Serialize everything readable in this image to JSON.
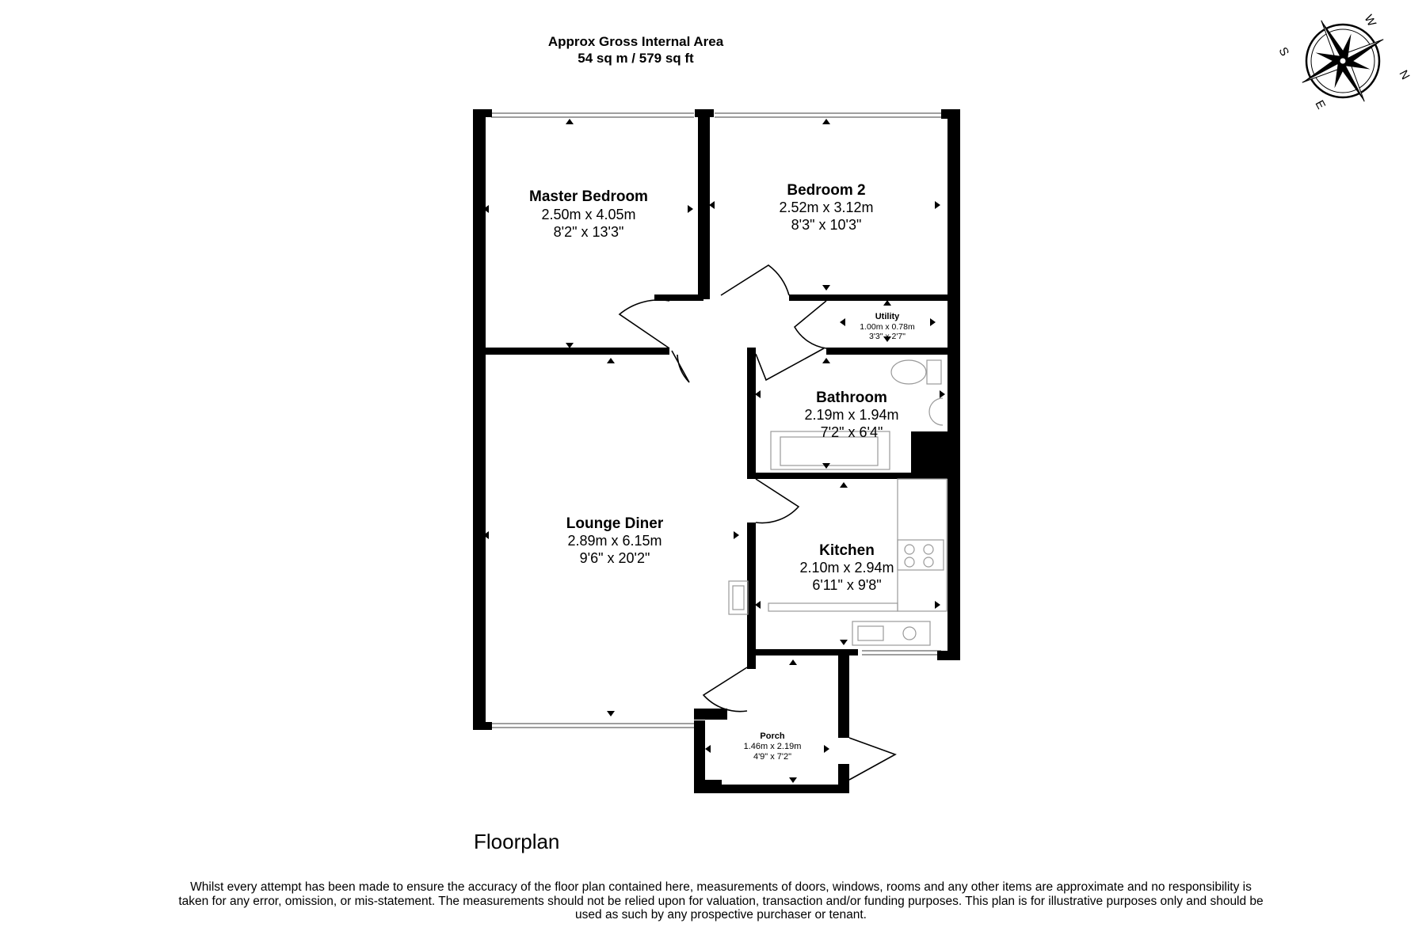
{
  "header": {
    "line1": "Approx Gross Internal Area",
    "line2": "54 sq m / 579 sq ft"
  },
  "compass": {
    "labels": {
      "n": "N",
      "e": "E",
      "s": "S",
      "w": "W"
    }
  },
  "rooms": {
    "master_bedroom": {
      "name": "Master Bedroom",
      "metric": "2.50m x 4.05m",
      "imperial": "8'2\" x 13'3\""
    },
    "bedroom2": {
      "name": "Bedroom 2",
      "metric": "2.52m x 3.12m",
      "imperial": "8'3\" x 10'3\""
    },
    "utility": {
      "name": "Utility",
      "metric": "1.00m x 0.78m",
      "imperial": "3'3\" x 2'7\""
    },
    "bathroom": {
      "name": "Bathroom",
      "metric": "2.19m x 1.94m",
      "imperial": "7'2\" x 6'4\""
    },
    "lounge": {
      "name": "Lounge Diner",
      "metric": "2.89m x 6.15m",
      "imperial": "9'6\" x 20'2\""
    },
    "kitchen": {
      "name": "Kitchen",
      "metric": "2.10m x 2.94m",
      "imperial": "6'11\" x 9'8\""
    },
    "porch": {
      "name": "Porch",
      "metric": "1.46m x 2.19m",
      "imperial": "4'9\" x 7'2\""
    }
  },
  "floor_label": "Floorplan",
  "disclaimer": "Whilst every attempt has been made to ensure the accuracy of the floor plan contained here, measurements of doors, windows, rooms and any other items are approximate and no responsibility is taken for any error, omission, or mis-statement. The measurements should not be relied upon for valuation, transaction and/or funding purposes. This plan is for illustrative purposes only and should be used as such by any prospective purchaser or tenant."
}
